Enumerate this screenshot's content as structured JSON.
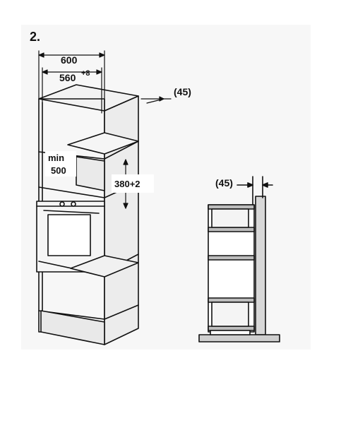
{
  "figure": {
    "step_number": "2.",
    "labels": {
      "outer_width": "600",
      "inner_width_main": "560",
      "inner_width_tol": "+8",
      "rear_gap": "(45)",
      "min_word": "min",
      "min_value": "500",
      "niche_height": "380+2",
      "side_gap": "(45)"
    }
  },
  "colors": {
    "line": "#111111",
    "panel_fill": "#f4f4f4",
    "wall_fill": "#d8d8d8",
    "floor_fill": "#cfcfcf",
    "background": "#ffffff"
  }
}
